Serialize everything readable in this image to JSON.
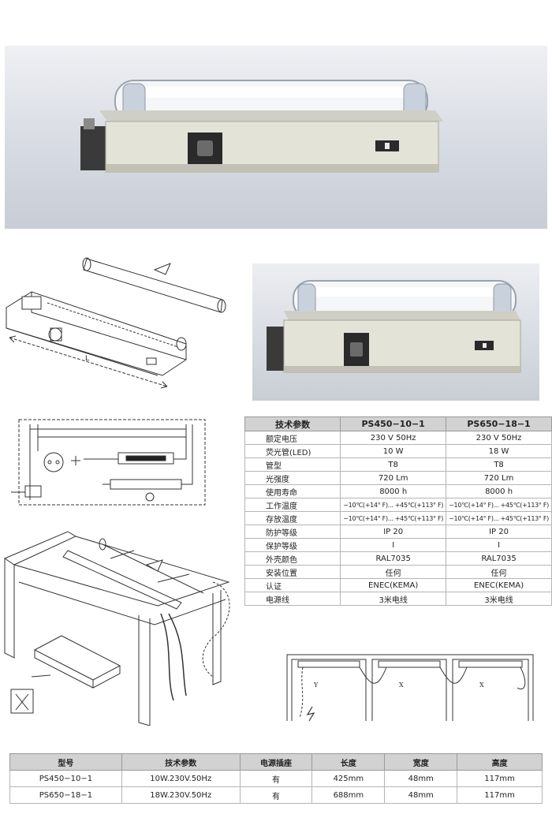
{
  "spec_table": {
    "header": [
      "技术参数",
      "PS450−10−1",
      "PS650−18−1"
    ],
    "rows": [
      [
        "额定电压",
        "230 V   50Hz",
        "230 V   50Hz"
      ],
      [
        "荧光管(LED)",
        "10 W",
        "18 W"
      ],
      [
        "管型",
        "T8",
        "T8"
      ],
      [
        "光强度",
        "720 Lm",
        "720 Lm"
      ],
      [
        "使用寿命",
        "8000 h",
        "8000 h"
      ],
      [
        "工作温度",
        "−10℃(+14° F)... +45℃(+113° F)",
        "−10℃(+14° F)... +45℃(+113° F)"
      ],
      [
        "存放温度",
        "−10℃(+14° F)... +45℃(+113° F)",
        "−10℃(+14° F)... +45℃(+113° F)"
      ],
      [
        "防护等级",
        "IP 20",
        "IP 20"
      ],
      [
        "保护等级",
        "I",
        "I"
      ],
      [
        "外壳颜色",
        "RAL7035",
        "RAL7035"
      ],
      [
        "安装位置",
        "任何",
        "任何"
      ],
      [
        "认证",
        "ENEC(KEMA)",
        "ENEC(KEMA)"
      ],
      [
        "电源线",
        "3米电线",
        "3米电线"
      ]
    ]
  },
  "model_table": {
    "header": [
      "型号",
      "技术参数",
      "电源插座",
      "长度",
      "宽度",
      "高度"
    ],
    "rows": [
      [
        "PS450−10−1",
        "10W.230V.50Hz",
        "有",
        "425mm",
        "48mm",
        "117mm"
      ],
      [
        "PS650−18−1",
        "18W.230V.50Hz",
        "有",
        "688mm",
        "48mm",
        "117mm"
      ]
    ]
  },
  "diagram_labels": {
    "length": "L",
    "x_left": "Y",
    "x_mid": "X",
    "x_right": "X"
  }
}
